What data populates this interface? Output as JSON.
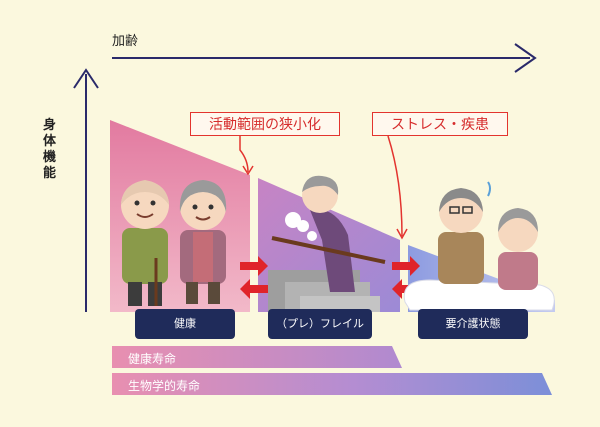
{
  "axes": {
    "x_label": "加齢",
    "y_label": "身体機能"
  },
  "callouts": {
    "left": "活動範囲の狭小化",
    "right": "ストレス・疾患"
  },
  "stages": {
    "healthy": "健康",
    "frail": "（プレ）フレイル",
    "care": "要介護状態"
  },
  "bars": {
    "healthy_lifespan": "健康寿命",
    "biological_lifespan": "生物学的寿命"
  },
  "colors": {
    "background": "#fbf8de",
    "axis": "#2a2a6a",
    "healthy_zone": "#e79ab2",
    "frail_zone": "#b79ad2",
    "care_zone": "#a8b1e0",
    "stage_box": "#1f2b5a",
    "callout_border": "#e3342f",
    "arrow_red": "#e0242a"
  }
}
